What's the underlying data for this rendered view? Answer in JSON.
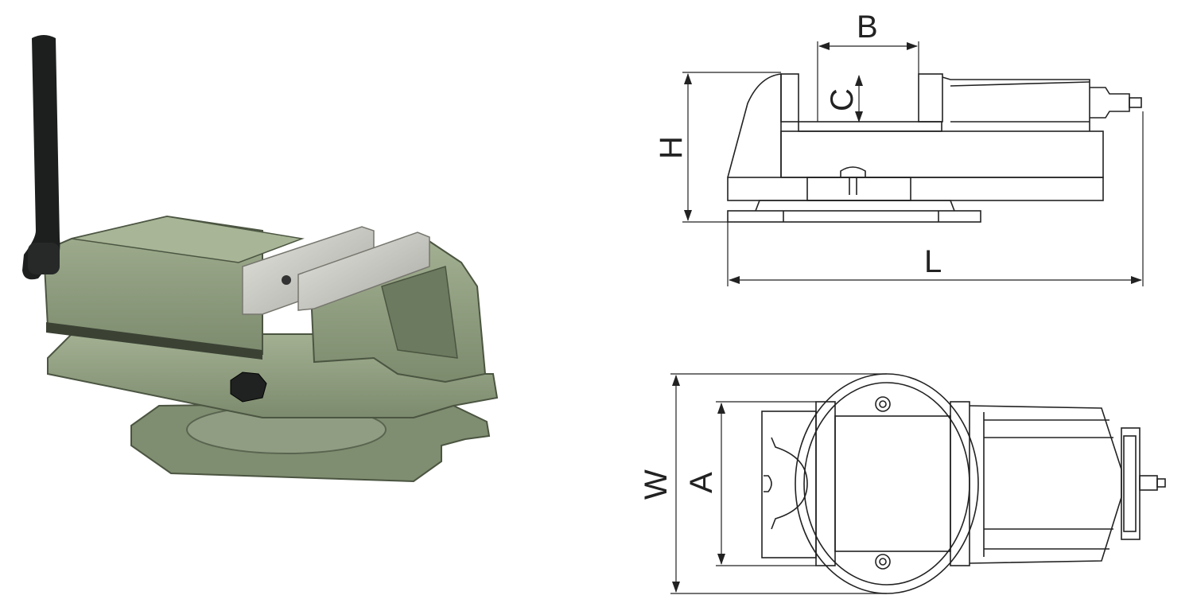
{
  "drawing": {
    "side_view": {
      "labels": {
        "width_between_jaws": "B",
        "jaw_height": "C",
        "height": "H",
        "length": "L"
      }
    },
    "top_view": {
      "labels": {
        "width": "W",
        "jaw_width": "A"
      }
    }
  },
  "colors": {
    "vise_body": "#8e9c7e",
    "vise_shadow": "#5f6b52",
    "jaw_steel": "#cfcfca",
    "handle": "#1d1f1f",
    "line": "#222222"
  },
  "icons": {
    "product": "machine-vise-photo",
    "arrow": "dimension-arrowhead"
  }
}
